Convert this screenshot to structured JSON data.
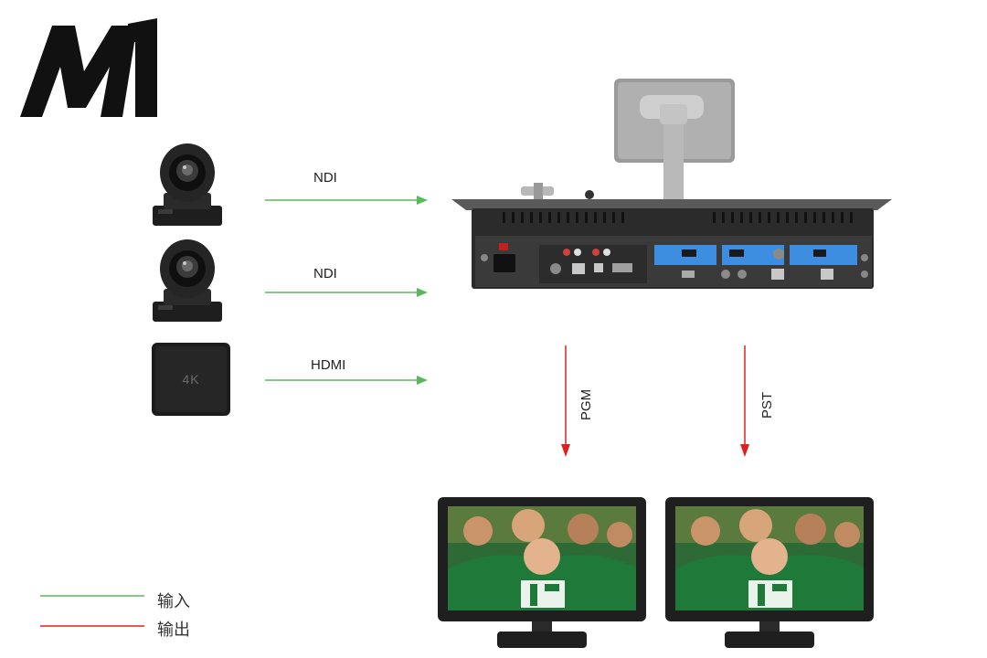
{
  "brand": {
    "logo_text": "M1"
  },
  "inputs": [
    {
      "source": "PTZ camera",
      "icon": "ptz-camera-icon",
      "link_label": "NDI"
    },
    {
      "source": "PTZ camera",
      "icon": "ptz-camera-icon",
      "link_label": "NDI"
    },
    {
      "source": "4K player box",
      "icon": "media-box-icon",
      "device_label": "4K",
      "link_label": "HDMI"
    }
  ],
  "outputs": [
    {
      "link_label": "PGM",
      "icon": "monitor-icon"
    },
    {
      "link_label": "PST",
      "icon": "monitor-icon"
    }
  ],
  "legend": {
    "input": {
      "label": "输入",
      "color": "#5cb85c"
    },
    "output": {
      "label": "输出",
      "color": "#e02020"
    }
  },
  "colors": {
    "input_line": "#5cb85c",
    "output_line": "#e02020"
  }
}
